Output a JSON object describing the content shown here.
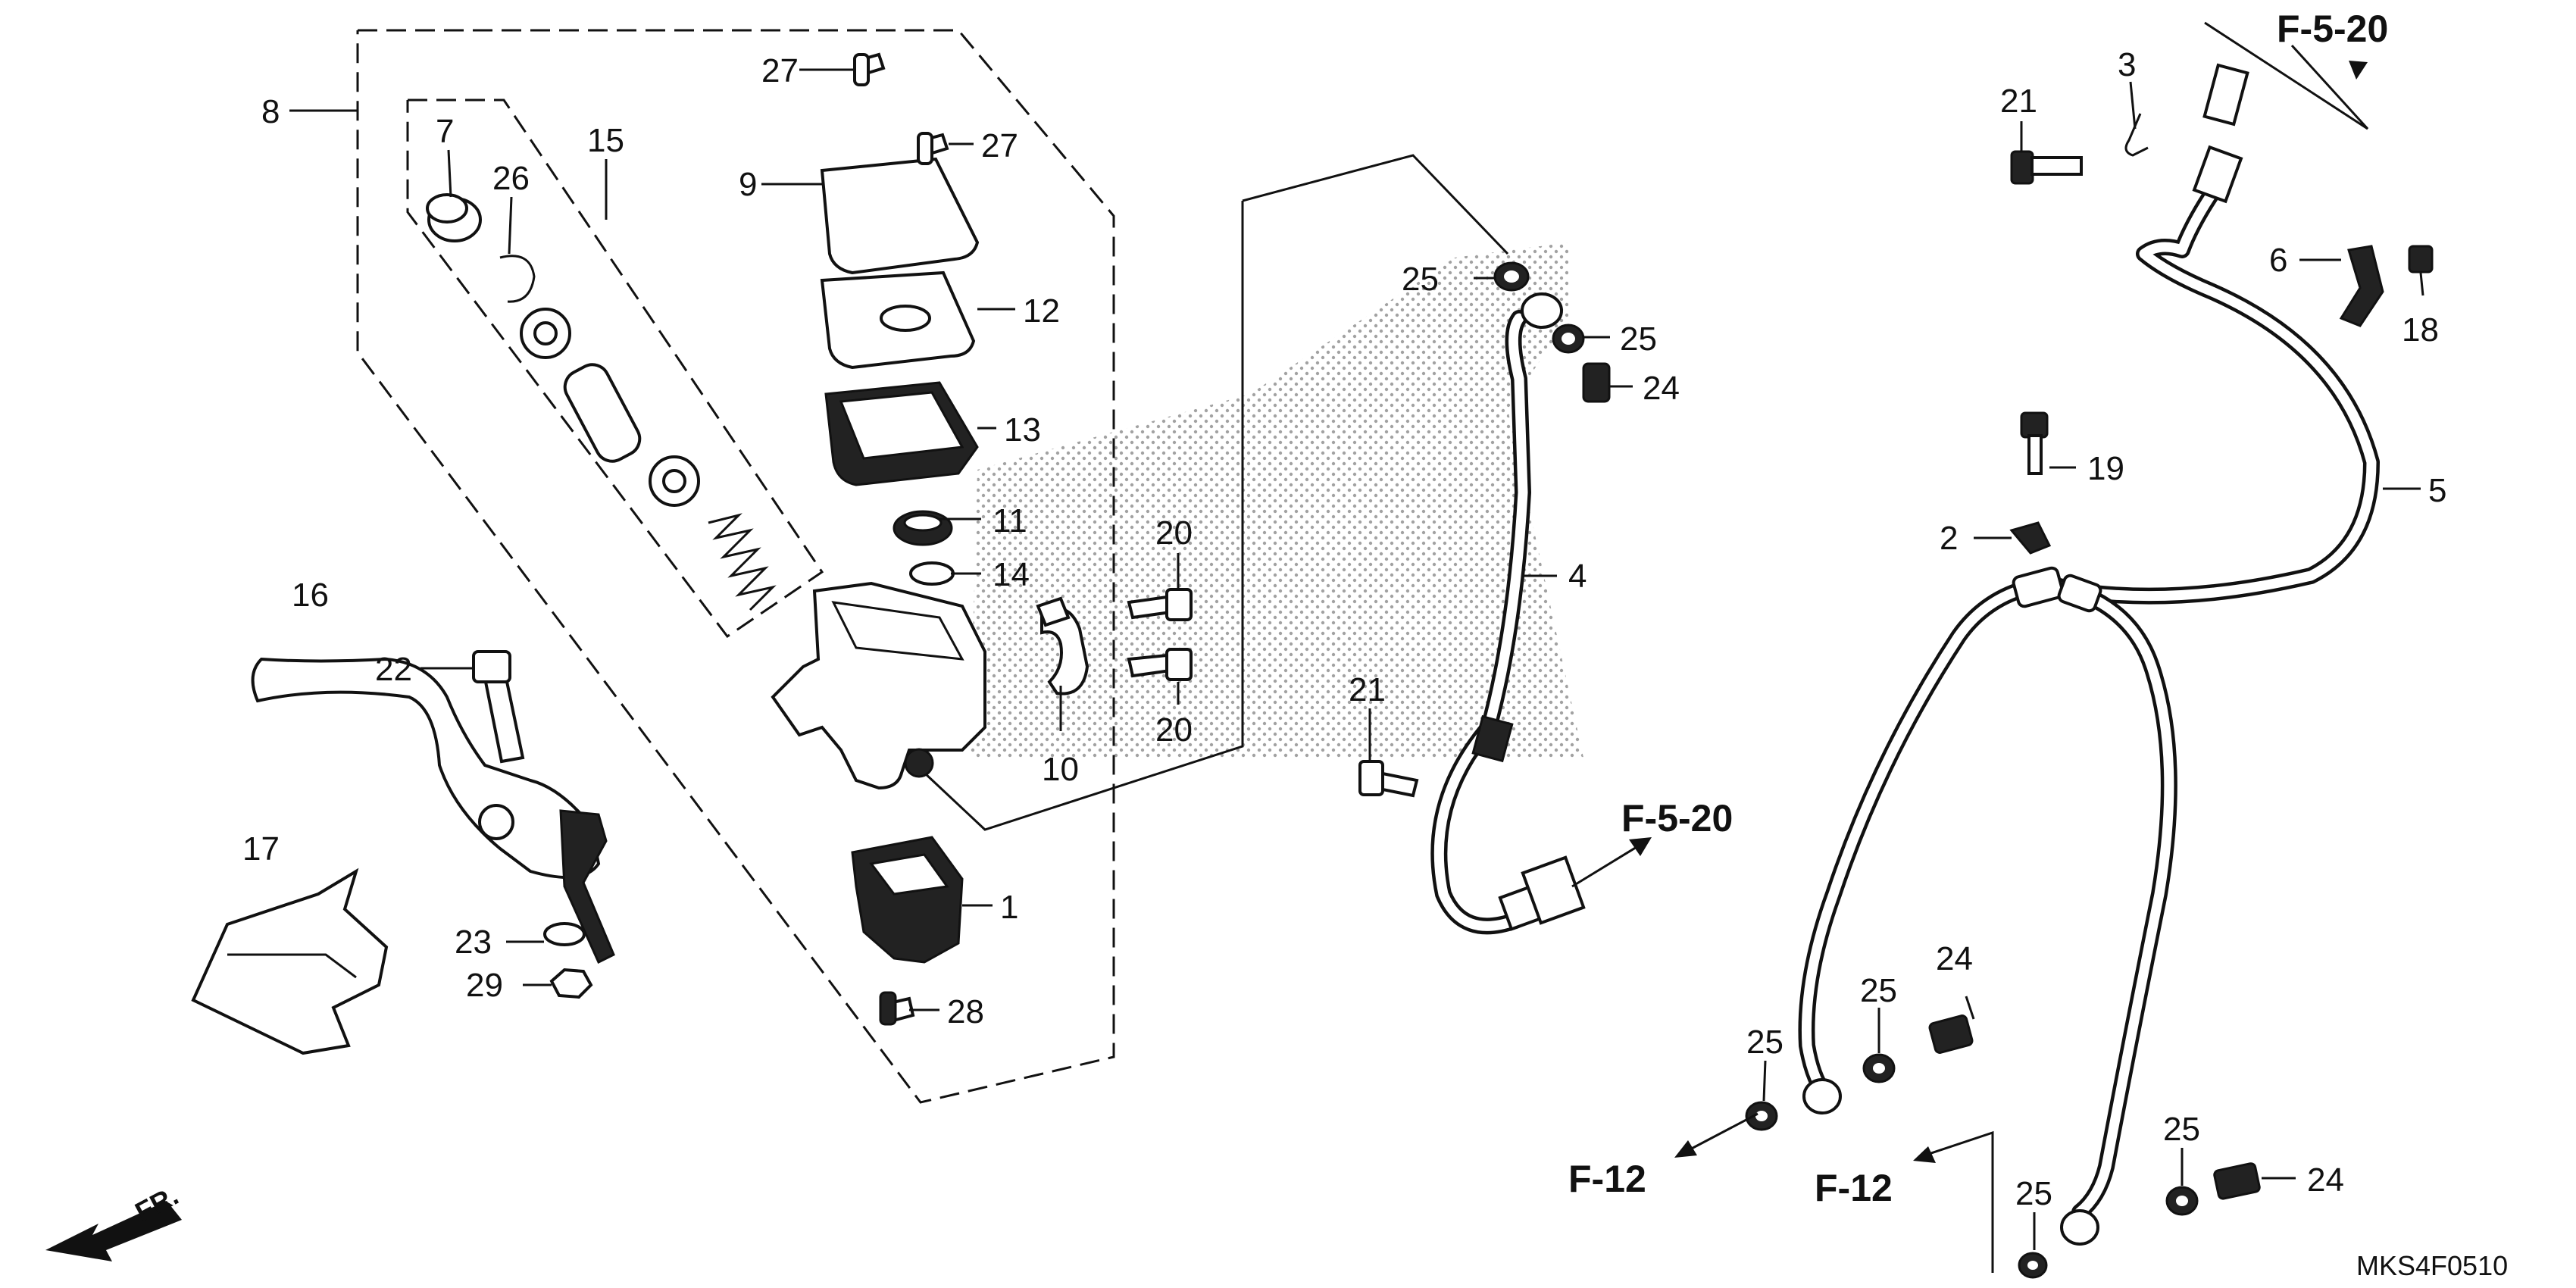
{
  "diagram": {
    "code": "MKS4F0510",
    "front_marker": "FR.",
    "callouts": [
      {
        "id": "c1",
        "text": "1"
      },
      {
        "id": "c2",
        "text": "2"
      },
      {
        "id": "c3",
        "text": "3"
      },
      {
        "id": "c4",
        "text": "4"
      },
      {
        "id": "c5",
        "text": "5"
      },
      {
        "id": "c6",
        "text": "6"
      },
      {
        "id": "c7",
        "text": "7"
      },
      {
        "id": "c8",
        "text": "8"
      },
      {
        "id": "c9",
        "text": "9"
      },
      {
        "id": "c10",
        "text": "10"
      },
      {
        "id": "c11",
        "text": "11"
      },
      {
        "id": "c12",
        "text": "12"
      },
      {
        "id": "c13",
        "text": "13"
      },
      {
        "id": "c14",
        "text": "14"
      },
      {
        "id": "c15",
        "text": "15"
      },
      {
        "id": "c16",
        "text": "16"
      },
      {
        "id": "c17",
        "text": "17"
      },
      {
        "id": "c18",
        "text": "18"
      },
      {
        "id": "c19",
        "text": "19"
      },
      {
        "id": "c20a",
        "text": "20"
      },
      {
        "id": "c20b",
        "text": "20"
      },
      {
        "id": "c21a",
        "text": "21"
      },
      {
        "id": "c21b",
        "text": "21"
      },
      {
        "id": "c22",
        "text": "22"
      },
      {
        "id": "c23",
        "text": "23"
      },
      {
        "id": "c24a",
        "text": "24"
      },
      {
        "id": "c24b",
        "text": "24"
      },
      {
        "id": "c24c",
        "text": "24"
      },
      {
        "id": "c25a",
        "text": "25"
      },
      {
        "id": "c25b",
        "text": "25"
      },
      {
        "id": "c25c",
        "text": "25"
      },
      {
        "id": "c25d",
        "text": "25"
      },
      {
        "id": "c25e",
        "text": "25"
      },
      {
        "id": "c25f",
        "text": "25"
      },
      {
        "id": "c26",
        "text": "26"
      },
      {
        "id": "c27a",
        "text": "27"
      },
      {
        "id": "c27b",
        "text": "27"
      },
      {
        "id": "c28",
        "text": "28"
      },
      {
        "id": "c29",
        "text": "29"
      }
    ],
    "refs": [
      {
        "id": "r1",
        "text": "F-5-20"
      },
      {
        "id": "r2",
        "text": "F-5-20"
      },
      {
        "id": "r3",
        "text": "F-12"
      },
      {
        "id": "r4",
        "text": "F-12"
      }
    ]
  }
}
